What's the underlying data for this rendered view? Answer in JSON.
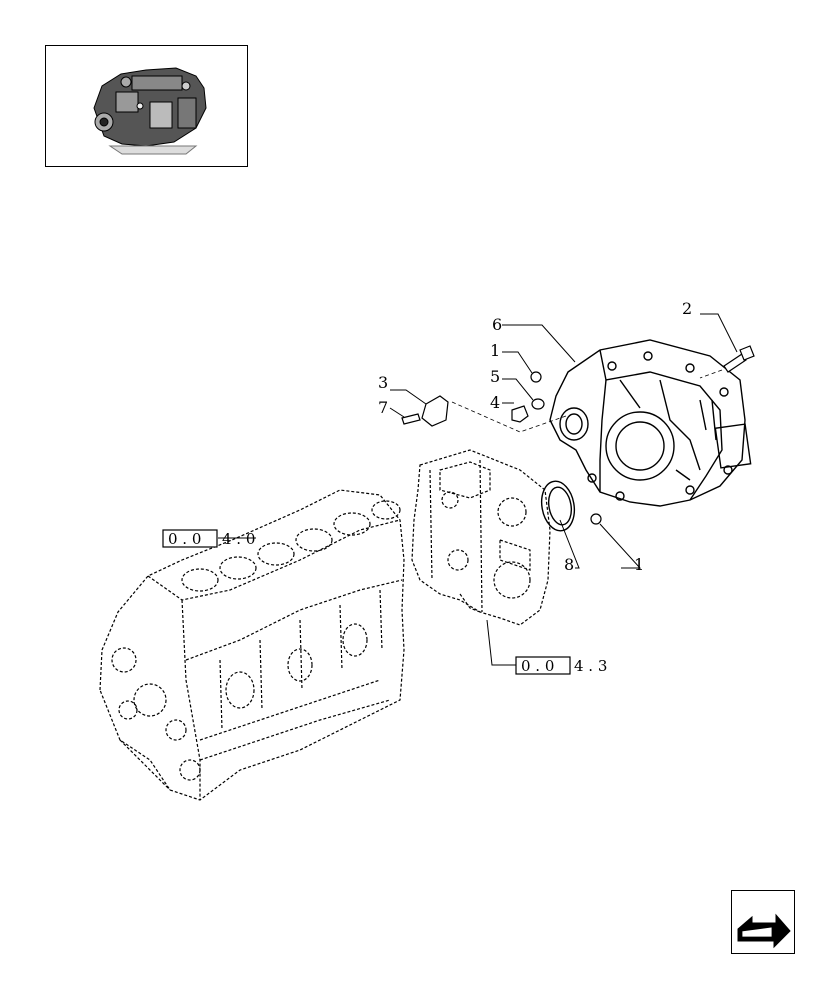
{
  "thumbnail": {
    "icon": "engine-thumbnail-icon"
  },
  "callouts": {
    "c1a": "1",
    "c1b": "1",
    "c2": "2",
    "c3": "3",
    "c4": "4",
    "c5": "5",
    "c6": "6",
    "c7": "7",
    "c8": "8"
  },
  "refs": {
    "ref1": {
      "boxed": "0 . 0",
      "rest": "4 . 0"
    },
    "ref2": {
      "boxed": "0 . 0",
      "rest": "4 . 3"
    }
  },
  "nav": {
    "icon": "next-page-arrow-icon"
  }
}
